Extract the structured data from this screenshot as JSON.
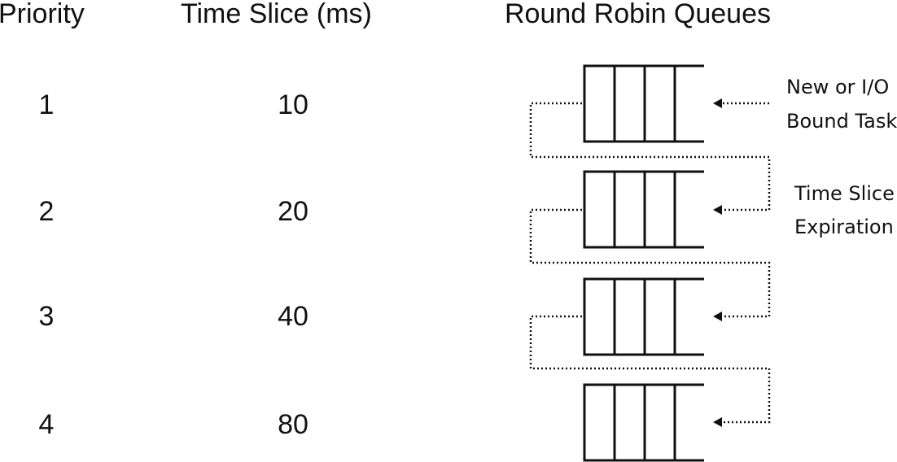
{
  "headers": {
    "priority": "Priority",
    "time_slice": "Time Slice (ms)",
    "queues": "Round Robin Queues"
  },
  "levels": [
    {
      "priority": "1",
      "time_slice": "10"
    },
    {
      "priority": "2",
      "time_slice": "20"
    },
    {
      "priority": "3",
      "time_slice": "40"
    },
    {
      "priority": "4",
      "time_slice": "80"
    }
  ],
  "annotations": {
    "new_task": [
      "New or I/O",
      "Bound Task"
    ],
    "expiration": [
      "Time Slice",
      "Expiration"
    ]
  },
  "colors": {
    "ink": "#111111",
    "background": "#ffffff"
  }
}
